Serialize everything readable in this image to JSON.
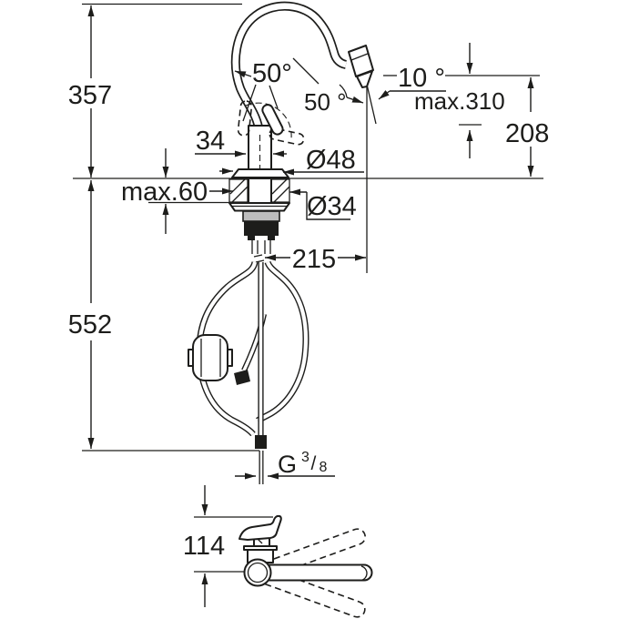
{
  "meta": {
    "drawing_type": "technical dimension drawing",
    "subject": "single-lever kitchen faucet with pull-out spray",
    "units": "mm",
    "line_color": "#1d1d1b",
    "background": "#ffffff"
  },
  "dims": {
    "total_height": "357",
    "handle_swing_left": "50°",
    "handle_swing_right": "50 °",
    "spout_tilt": "10 °",
    "pullout_max": "max.310",
    "spout_clearance": "208",
    "body_width": "34",
    "escutcheon_dia": "Ø48",
    "deck_thickness_max": "max.60",
    "hole_dia": "Ø34",
    "hose_offset": "215",
    "under_counter_length": "552",
    "thread_g": "G",
    "thread_num": "3",
    "thread_slash": "/",
    "thread_den": "8",
    "side_view_height": "114"
  }
}
